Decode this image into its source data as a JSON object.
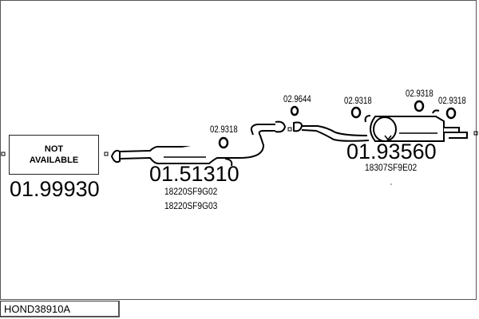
{
  "diagram_code": "HOND38910A",
  "front_pipe": {
    "status": "NOT AVAILABLE",
    "status_line1": "NOT",
    "status_line2": "AVAILABLE",
    "part_number": "01.99930"
  },
  "middle_silencer": {
    "part_number": "01.51310",
    "oem_refs": [
      "18220SF9G02",
      "18220SF9G03"
    ],
    "hanger": "02.9318"
  },
  "rear_silencer": {
    "part_number": "01.93560",
    "oem_refs": [
      "18307SF9E02"
    ],
    "gasket": "02.9644",
    "hangers": [
      "02.9318",
      "02.9318",
      "02.9318"
    ]
  }
}
